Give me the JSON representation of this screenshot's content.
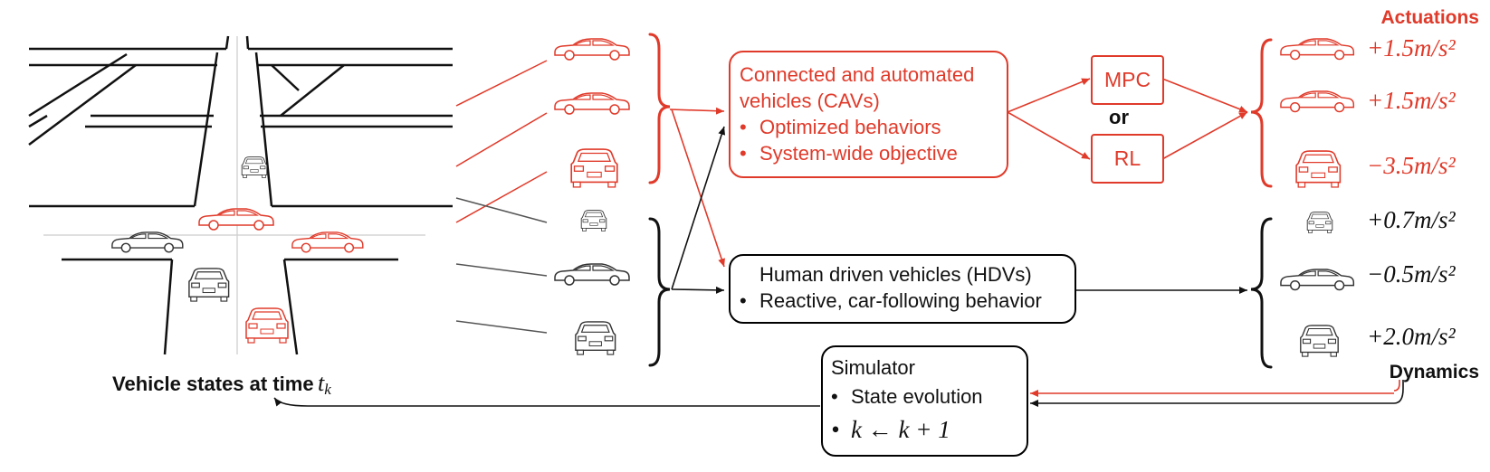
{
  "cav_box": {
    "title_line1": "Connected and automated",
    "title_line2": "vehicles (CAVs)",
    "bullets": [
      "Optimized behaviors",
      "System-wide objective"
    ]
  },
  "hdv_box": {
    "title": "Human driven vehicles (HDVs)",
    "bullets": [
      "Reactive, car-following behavior"
    ]
  },
  "controllers": {
    "mpc": "MPC",
    "or": "or",
    "rl": "RL"
  },
  "simulator": {
    "title": "Simulator",
    "bullets": [
      "State evolution",
      "k ← k + 1"
    ]
  },
  "labels": {
    "actuations": "Actuations",
    "dynamics": "Dynamics",
    "states_caption": "Vehicle states at time",
    "states_var": "t",
    "states_sub": "k"
  },
  "cav_values": [
    "+1.5m/s²",
    "+1.5m/s²",
    "−3.5m/s²"
  ],
  "hdv_values": [
    "+0.7m/s²",
    "−0.5m/s²",
    "+2.0m/s²"
  ],
  "colors": {
    "red": "#e03a2a",
    "black": "#111111",
    "light": "#cccccc"
  }
}
